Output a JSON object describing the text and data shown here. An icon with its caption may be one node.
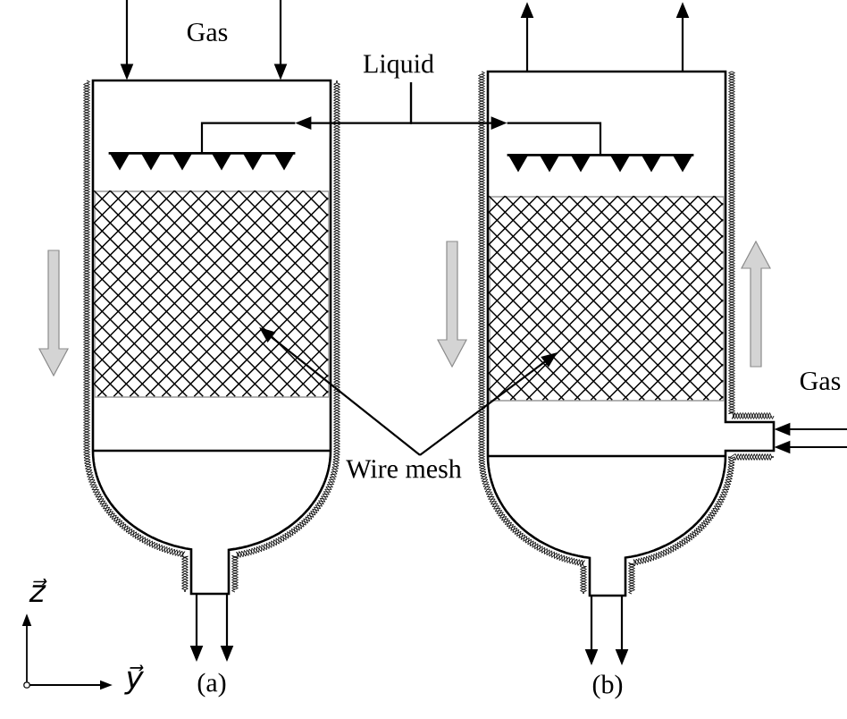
{
  "diagram": {
    "nodes": [
      {
        "text": [],
        "shape": "cylinder",
        "beside": [
          "(a)"
        ]
      },
      {
        "text": [],
        "shape": "bar",
        "in": 0
      },
      {
        "text": [],
        "shape": "box",
        "in": 0
      },
      {
        "text": [],
        "shape": "cylinder",
        "beside": [
          "(b)"
        ]
      },
      {
        "text": [],
        "shape": "bar",
        "in": 3
      },
      {
        "text": [],
        "shape": "box",
        "in": 3
      },
      {
        "text": [
          "Liquid"
        ]
      },
      {
        "text": [
          "Wire mesh"
        ]
      }
    ],
    "edges": [
      {
        "from": null,
        "to": 0,
        "arrow": "to"
      },
      {
        "from": null,
        "to": 0,
        "arrow": "to"
      },
      {
        "from": 0,
        "to": null,
        "arrow": "to"
      },
      {
        "from": 0,
        "to": null,
        "arrow": "to"
      },
      {
        "from": 6,
        "to": 1,
        "arrow": "to"
      },
      {
        "from": 6,
        "to": 4,
        "arrow": "to"
      },
      {
        "from": 3,
        "to": null,
        "arrow": "to"
      },
      {
        "from": 3,
        "to": null,
        "arrow": "to"
      },
      {
        "from": null,
        "to": 3,
        "arrow": "to"
      },
      {
        "from": null,
        "to": 3,
        "arrow": "to"
      },
      {
        "from": 3,
        "to": null,
        "arrow": "to"
      },
      {
        "from": 3,
        "to": null,
        "arrow": "to"
      },
      {
        "from": 7,
        "to": 2,
        "arrow": "to"
      },
      {
        "from": 7,
        "to": 5,
        "arrow": "to"
      }
    ],
    "labels": [
      "Gas",
      "Gas",
      "z⃗",
      "y⃗"
    ]
  }
}
